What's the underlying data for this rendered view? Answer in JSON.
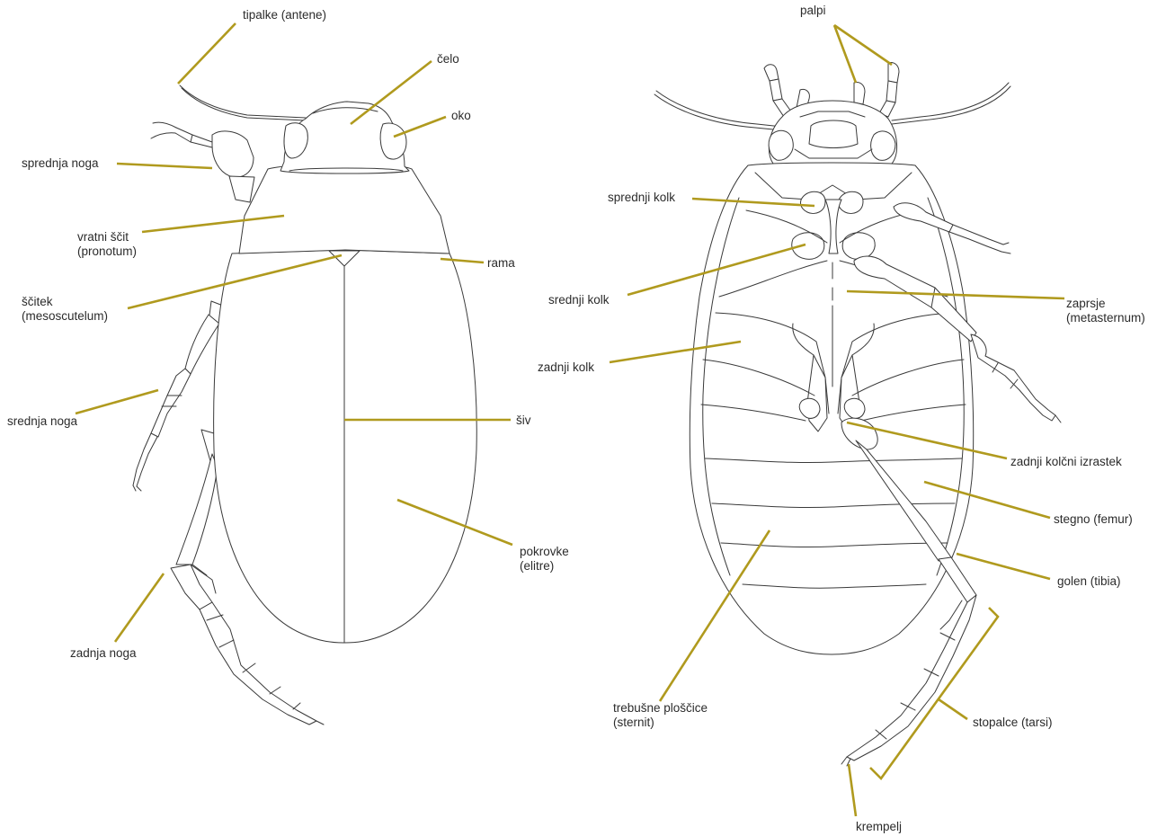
{
  "dorsal_labels": {
    "antenna": "tipalke (antene)",
    "frons": "čelo",
    "eye": "oko",
    "foreleg": "sprednja noga",
    "pronotum_1": "vratni ščit",
    "pronotum_2": "(pronotum)",
    "shoulder": "rama",
    "scutellum_1": "ščitek",
    "scutellum_2": "(mesoscutelum)",
    "midleg": "srednja noga",
    "suture": "šiv",
    "elytra_1": "pokrovke",
    "elytra_2": "(elitre)",
    "hindleg": "zadnja noga"
  },
  "ventral_labels": {
    "palpi": "palpi",
    "fore_coxa": "sprednji kolk",
    "mid_coxa": "srednji kolk",
    "metasternum_1": "zaprsje",
    "metasternum_2": "(metasternum)",
    "hind_coxa": "zadnji kolk",
    "coxal_process": "zadnji kolčni izrastek",
    "femur": "stegno (femur)",
    "tibia": "golen (tibia)",
    "sternites_1": "trebušne ploščice",
    "sternites_2": "(sternit)",
    "tarsi": "stopalce (tarsi)",
    "claw": "krempelj"
  },
  "colors": {
    "leader": "#b09a1e",
    "outline": "#3a3a3a",
    "text": "#2b2b2b"
  }
}
